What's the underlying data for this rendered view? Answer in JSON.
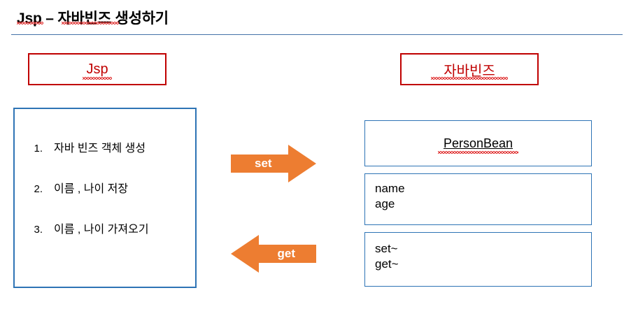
{
  "slide": {
    "title": "Jsp – 자바빈즈 생성하기",
    "accent_blue": "#2e74b5",
    "accent_red": "#c00000",
    "arrow_orange": "#ED7D31"
  },
  "left": {
    "header": "Jsp",
    "steps": [
      {
        "num": "1.",
        "text": "자바 빈즈 객체 생성"
      },
      {
        "num": "2.",
        "text": "이름 , 나이 저장"
      },
      {
        "num": "3.",
        "text": "이름 , 나이 가져오기"
      }
    ]
  },
  "right": {
    "header": "자바빈즈",
    "class_name": "PersonBean",
    "fields": [
      "name",
      "age"
    ],
    "methods": [
      "set~",
      "get~"
    ]
  },
  "arrows": [
    {
      "label": "set",
      "direction": "right"
    },
    {
      "label": "get",
      "direction": "left"
    }
  ]
}
